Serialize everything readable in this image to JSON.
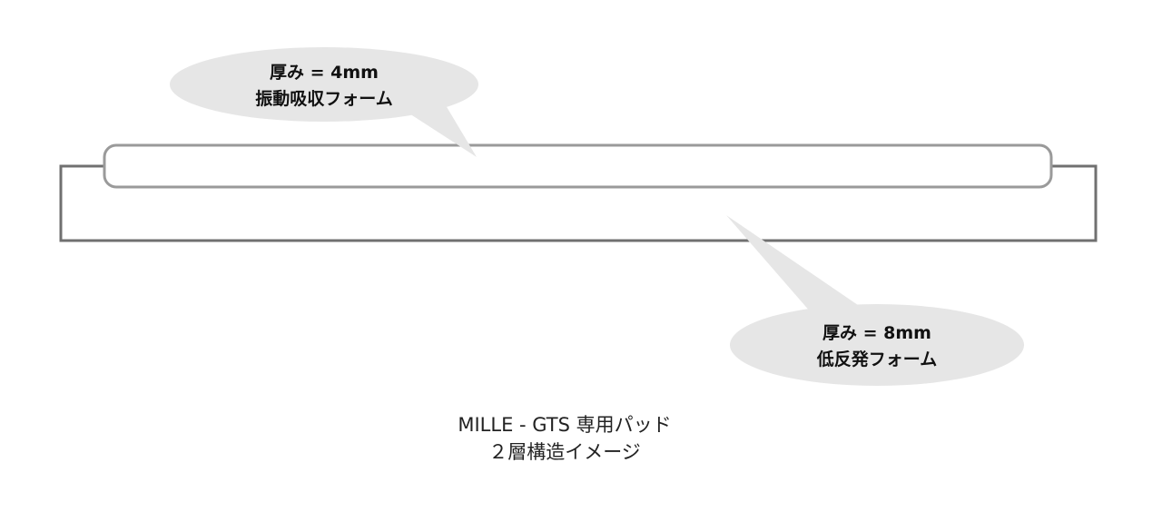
{
  "top_layer": {
    "thickness": "厚み = 4mm",
    "material": "振動吸収フォーム"
  },
  "bottom_layer": {
    "thickness": "厚み = 8mm",
    "material": "低反発フォーム"
  },
  "caption": {
    "line1": "MILLE - GTS 専用パッド",
    "line2": "２層構造イメージ"
  },
  "colors": {
    "callout_fill": "#e6e6e6",
    "top_layer_stroke": "#9a9a9a",
    "bottom_layer_stroke": "#707070"
  }
}
